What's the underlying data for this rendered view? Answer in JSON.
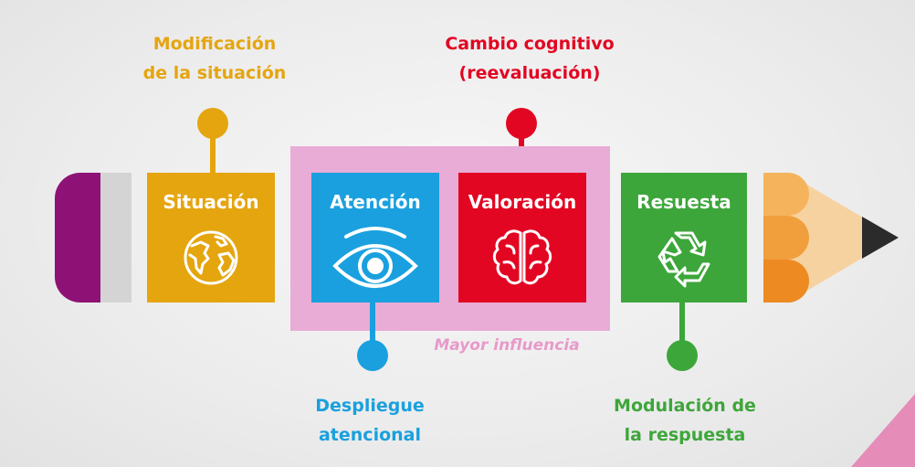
{
  "colors": {
    "eraser": "#8e1275",
    "ferrule": "#d4d4d4",
    "situacion": "#e5a50f",
    "atencion": "#1aa0de",
    "valoracion": "#e30622",
    "respuesta": "#3da63a",
    "influence_zone": "#e8acd6",
    "wood": "#f7d2a1",
    "tip_light": "#f5b45c",
    "tip_mid": "#f19f3d",
    "tip_dark": "#ee8a22",
    "lead": "#2b2b2b"
  },
  "stages": [
    {
      "title": "Situación",
      "icon": "globe-icon"
    },
    {
      "title": "Atención",
      "icon": "eye-icon"
    },
    {
      "title": "Valoración",
      "icon": "brain-icon"
    },
    {
      "title": "Resuesta",
      "icon": "recycle-icon"
    }
  ],
  "strategies": {
    "situacion": {
      "line1": "Modificación",
      "line2": "de la situación"
    },
    "valoracion": {
      "line1": "Cambio cognitivo",
      "line2": "(reevaluación)"
    },
    "atencion": {
      "line1": "Despliegue",
      "line2": "atencional"
    },
    "respuesta": {
      "line1": "Modulación de",
      "line2": "la respuesta"
    }
  },
  "influence_label": "Mayor influencia"
}
